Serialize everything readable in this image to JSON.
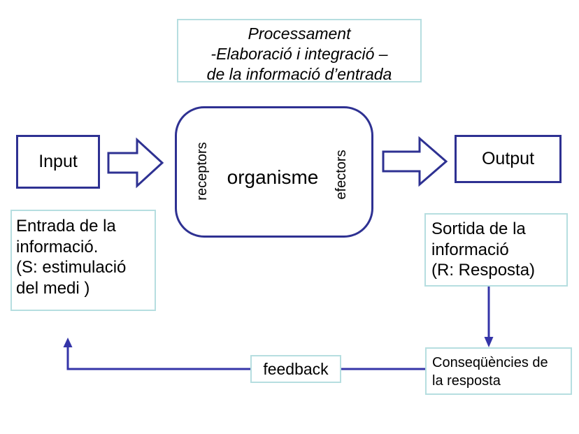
{
  "colors": {
    "navy": "#2e3192",
    "line": "#3434a8",
    "cyan": "#b6dee0",
    "background": "#ffffff",
    "text": "#000000"
  },
  "diagram": {
    "title_box": {
      "lines": [
        "Processament",
        "-Elaboració i integració –",
        "de la informació d’entrada"
      ]
    },
    "input_box": {
      "label": "Input"
    },
    "output_box": {
      "label": "Output"
    },
    "organism_box": {
      "left_label": "receptors",
      "center_label": "organisme",
      "right_label": "efectors"
    },
    "entrada_box": {
      "lines": [
        "Entrada de la",
        "informació.",
        "(S: estimulació",
        "del medi )"
      ]
    },
    "sortida_box": {
      "lines": [
        "Sortida de la",
        "informació",
        "(R: Resposta)"
      ]
    },
    "consequencies_box": {
      "lines": [
        "Conseqüències de",
        "la resposta"
      ]
    },
    "feedback_box": {
      "label": "feedback"
    }
  }
}
